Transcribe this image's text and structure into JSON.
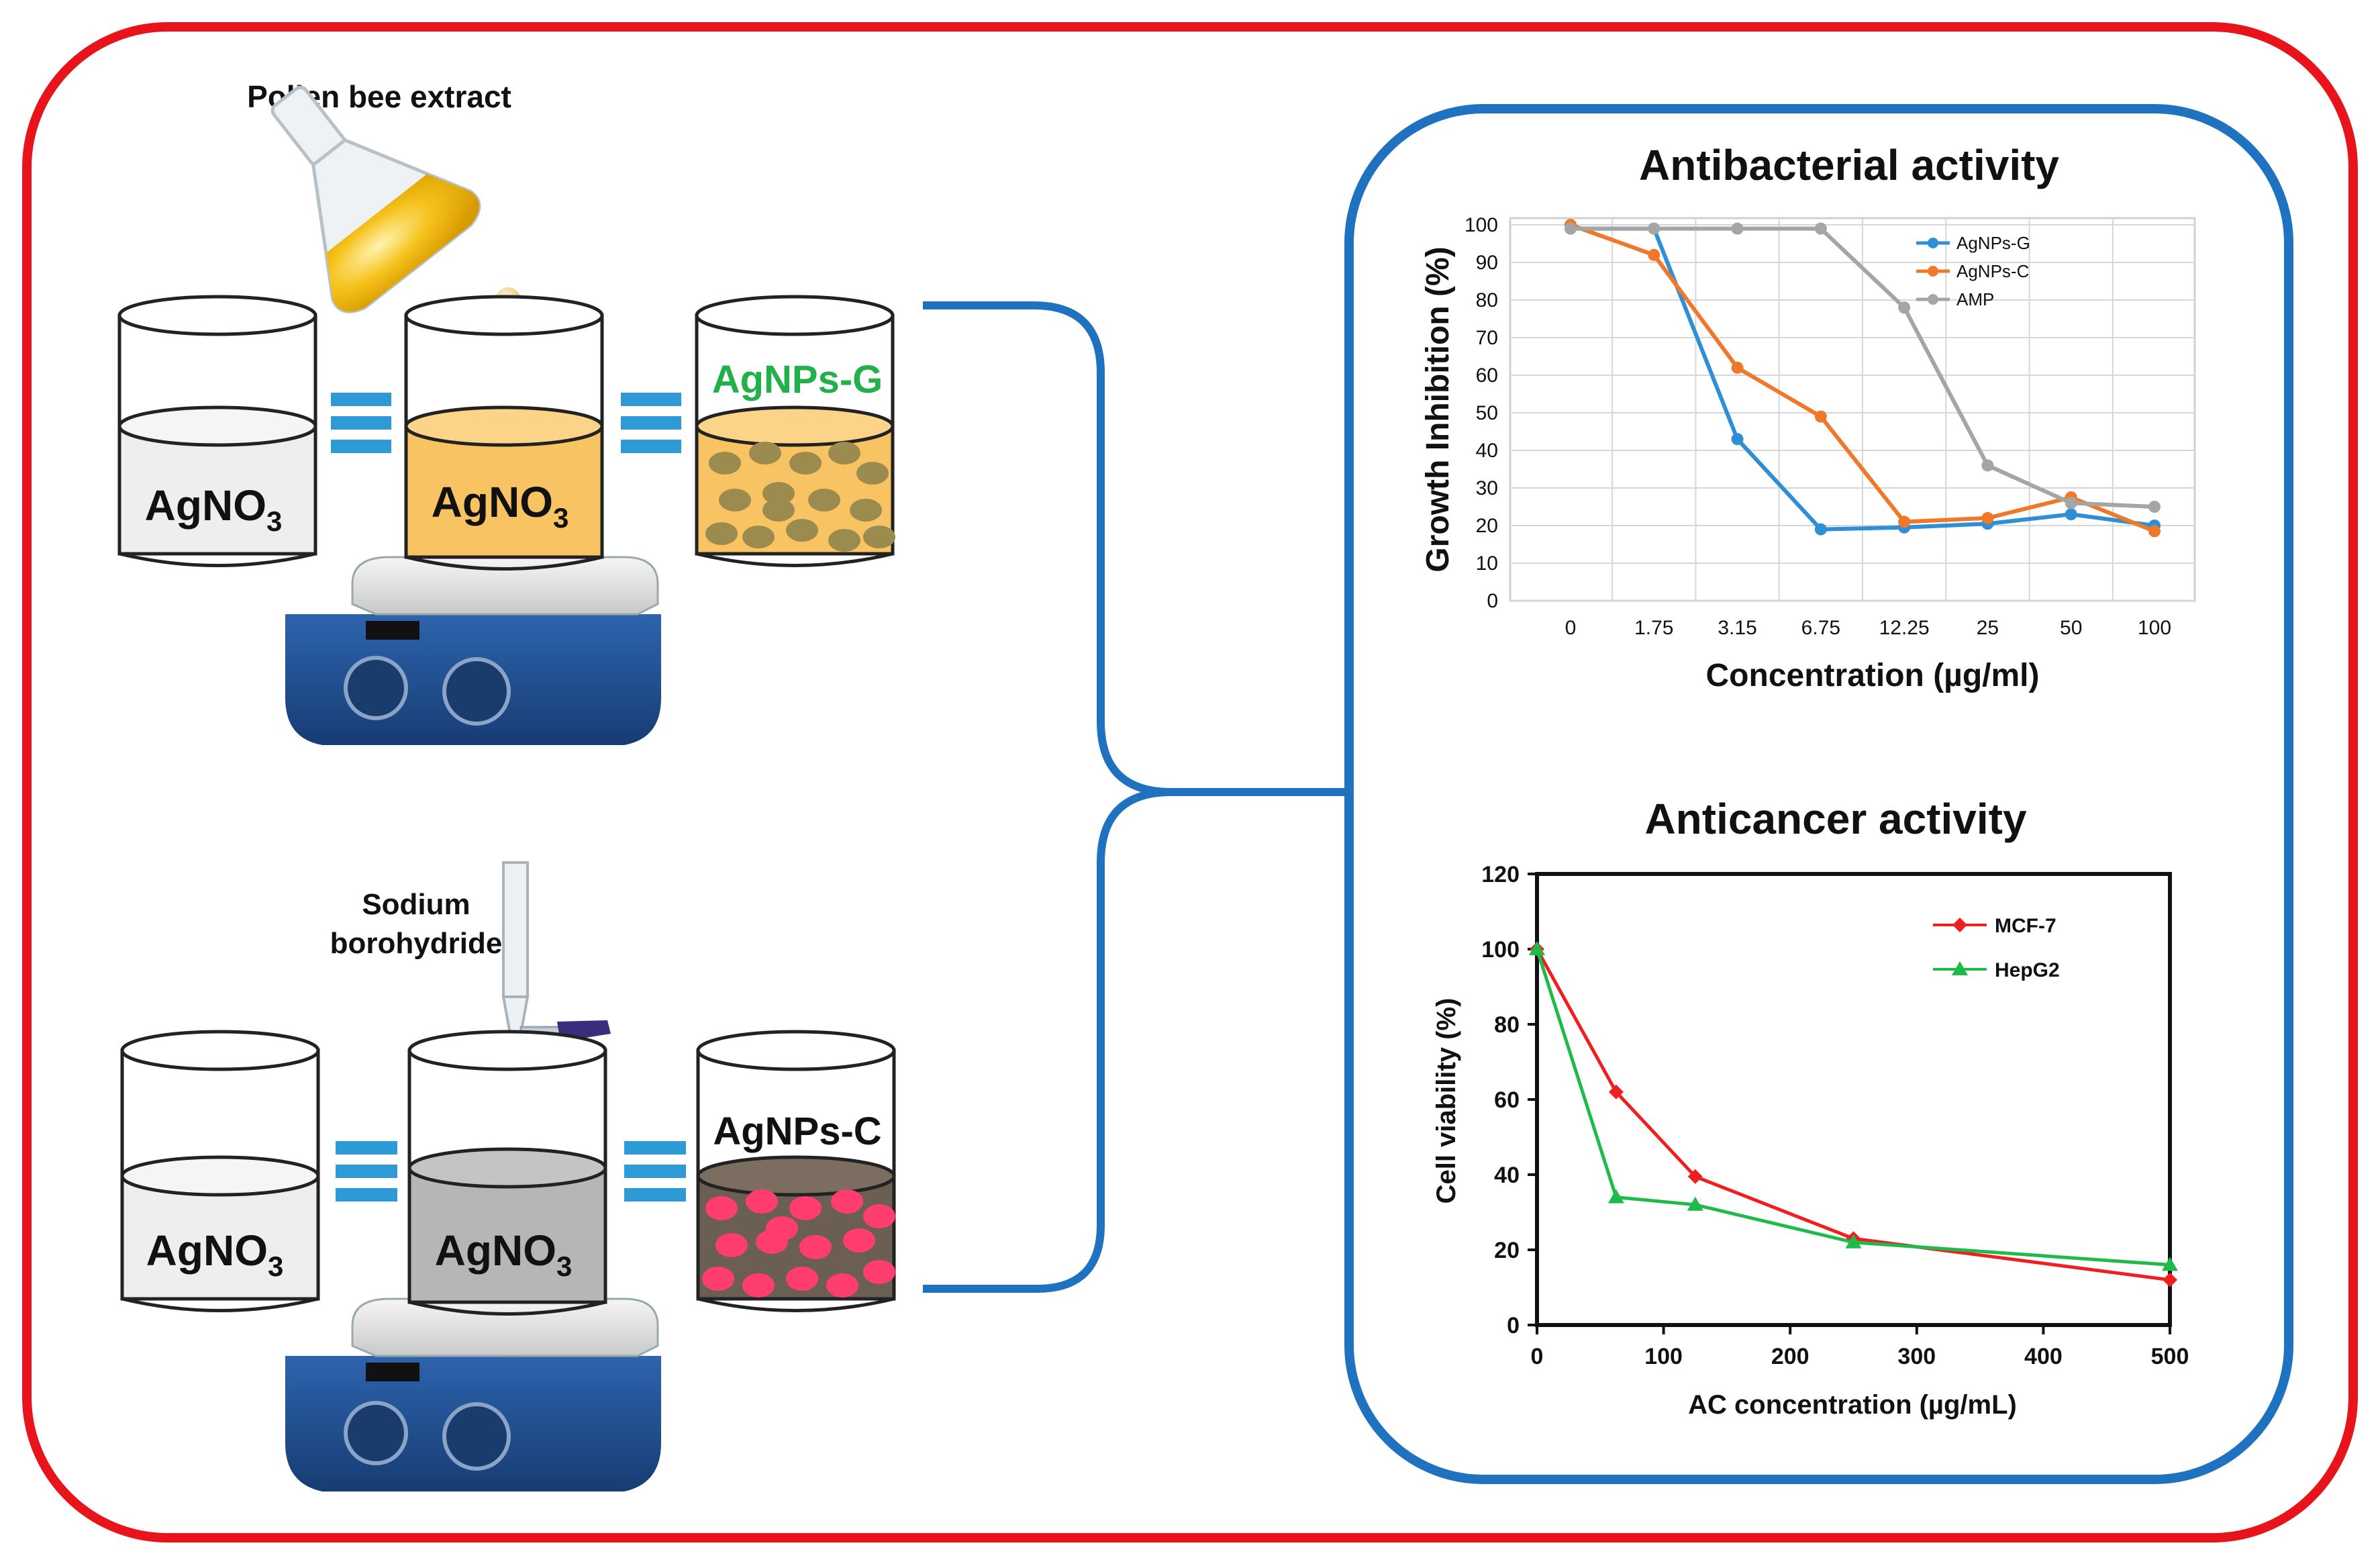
{
  "labels": {
    "pollen": "Pollen bee extract",
    "sodium_line1": "Sodium",
    "sodium_line2": "borohydride",
    "agno3_base": "AgNO",
    "agno3_sub": "3",
    "agnps_g": "AgNPs-G",
    "agnps_c": "AgNPs-C"
  },
  "colors": {
    "outer_border": "#e8141b",
    "inner_border": "#1f72c0",
    "bracket": "#1f72c0",
    "equals_bar": "#2e9ad6",
    "solution_orange": "#f8c463",
    "particle_olive": "#9b8b4f",
    "solution_gray": "#b6b6b6",
    "solution_dark": "#6b5e52",
    "particle_pink": "#ff3d6e",
    "agnps_g_text": "#22b04b",
    "stirrer_blue": "#1e4e8f"
  },
  "chart_data": [
    {
      "type": "line",
      "title": "Antibacterial activity",
      "xlabel": "Concentration (µg/ml)",
      "ylabel": "Growth Inhibition (%)",
      "categories": [
        "0",
        "1.75",
        "3.15",
        "6.75",
        "12.25",
        "25",
        "50",
        "100"
      ],
      "ylim": [
        0,
        100
      ],
      "yticks": [
        "0",
        "10",
        "20",
        "30",
        "40",
        "50",
        "60",
        "70",
        "80",
        "90",
        "100"
      ],
      "grid": true,
      "legend_position": "top-right",
      "series": [
        {
          "name": "AgNPs-G",
          "color": "#2e8fd6",
          "values": [
            99,
            99,
            43,
            19,
            19.5,
            20.5,
            23,
            20
          ]
        },
        {
          "name": "AgNPs-C",
          "color": "#f0782a",
          "values": [
            100,
            92,
            62,
            49,
            21,
            22,
            27.5,
            18.5
          ]
        },
        {
          "name": "AMP",
          "color": "#a5a5a5",
          "values": [
            99,
            99,
            99,
            99,
            78,
            36,
            26,
            25
          ]
        }
      ]
    },
    {
      "type": "line",
      "title": "Anticancer activity",
      "xlabel": "AC concentration (µg/mL)",
      "ylabel": "Cell viability (%)",
      "xlim": [
        0,
        500
      ],
      "ylim": [
        0,
        120
      ],
      "xticks": [
        "0",
        "100",
        "200",
        "300",
        "400",
        "500"
      ],
      "yticks": [
        "0",
        "20",
        "40",
        "60",
        "80",
        "100",
        "120"
      ],
      "grid": false,
      "legend_position": "top-right",
      "series": [
        {
          "name": "MCF-7",
          "color": "#f01e1e",
          "marker": "diamond",
          "x": [
            0,
            62.5,
            125,
            250,
            500
          ],
          "y": [
            100,
            62,
            39.5,
            23,
            12
          ]
        },
        {
          "name": "HepG2",
          "color": "#1fbb4a",
          "marker": "triangle",
          "x": [
            0,
            62.5,
            125,
            250,
            500
          ],
          "y": [
            100,
            34,
            32,
            22,
            16
          ]
        }
      ]
    }
  ]
}
